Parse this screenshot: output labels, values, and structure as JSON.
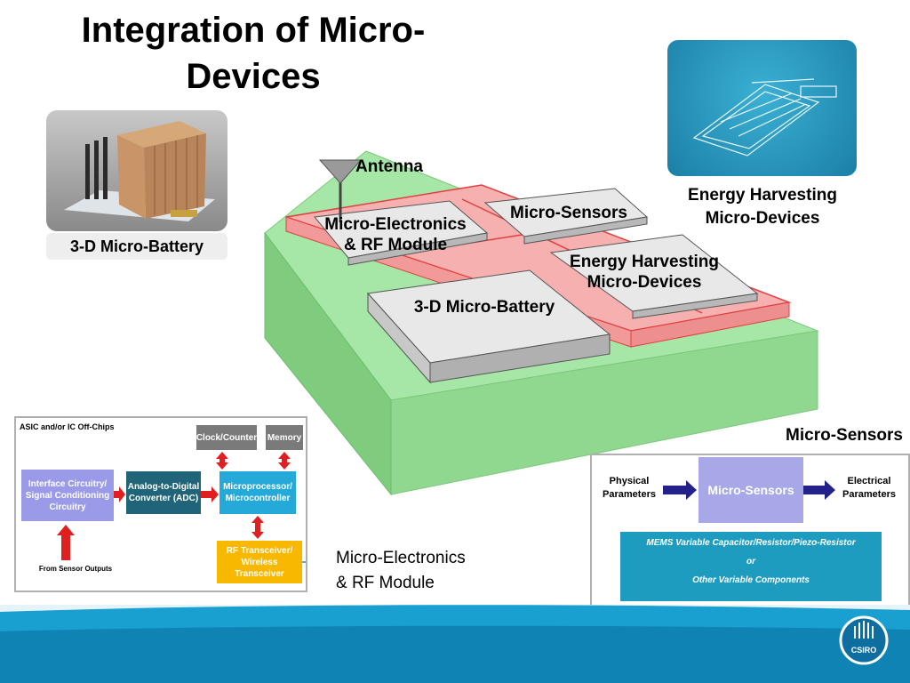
{
  "title": "Integration of Micro-Devices",
  "colors": {
    "green_base": "#90d890",
    "red_layer": "#f4a0a0",
    "chip_gray": "#e2e2e2",
    "teal": "#2a9cb8",
    "footer_blue": "#1aa0d0"
  },
  "left_image": {
    "caption": "3-D Micro-Battery"
  },
  "right_image": {
    "caption_line1": "Energy Harvesting",
    "caption_line2": "Micro-Devices"
  },
  "stack": {
    "antenna": "Antenna",
    "electronics_line1": "Micro-Electronics",
    "electronics_line2": "& RF Module",
    "sensors": "Micro-Sensors",
    "harvest_line1": "Energy Harvesting",
    "harvest_line2": "Micro-Devices",
    "battery": "3-D Micro-Battery"
  },
  "asic_panel": {
    "header": "ASIC and/or IC Off-Chips",
    "clock": "Clock/Counter",
    "memory": "Memory",
    "interface": "Interface Circuitry/ Signal Conditioning Circuitry",
    "adc": "Analog-to-Digital Converter (ADC)",
    "mcu": "Microprocessor/ Microcontroller",
    "rf": "RF Transceiver/ Wireless Transceiver",
    "sensor_outputs": "From Sensor Outputs"
  },
  "electronics_caption": {
    "line1": "Micro-Electronics",
    "line2": "& RF Module"
  },
  "sensors_panel": {
    "caption": "Micro-Sensors",
    "physical": "Physical Parameters",
    "center": "Micro-Sensors",
    "electrical": "Electrical Parameters",
    "mems": "MEMS Variable Capacitor/Resistor/Piezo-Resistor",
    "or": "or",
    "other": "Other Variable Components"
  },
  "footer": {
    "logo_text": "CSIRO"
  }
}
